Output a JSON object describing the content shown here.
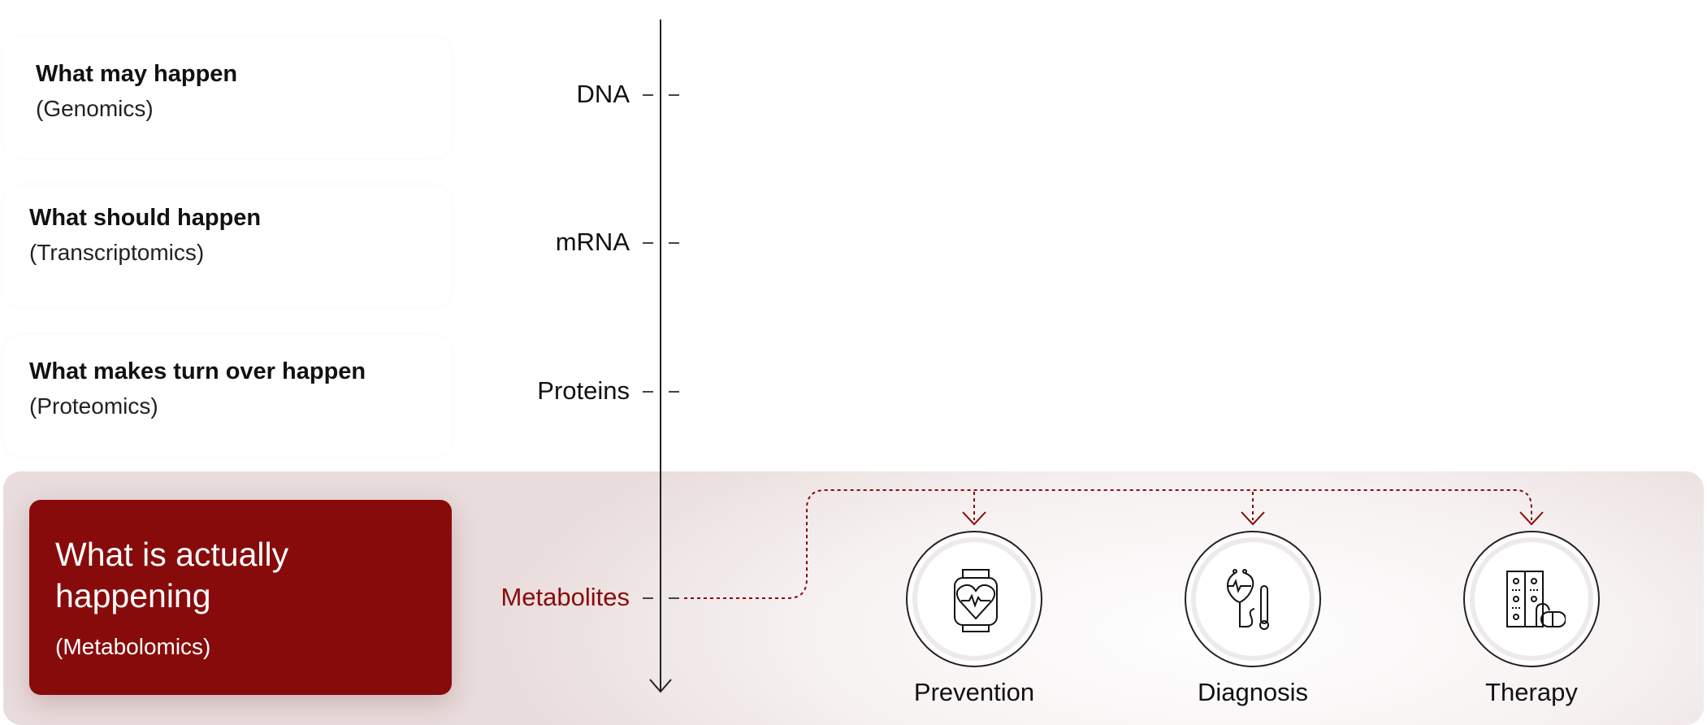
{
  "cards": [
    {
      "title": "What may happen",
      "subtitle": "(Genomics)",
      "level": "DNA"
    },
    {
      "title": "What should happen",
      "subtitle": "(Transcriptomics)",
      "level": "mRNA"
    },
    {
      "title": "What makes turn over happen",
      "subtitle": "(Proteomics)",
      "level": "Proteins"
    }
  ],
  "highlight": {
    "title_line1": "What is actually",
    "title_line2": "happening",
    "subtitle": "(Metabolomics)",
    "level": "Metabolites"
  },
  "outcomes": [
    {
      "label": "Prevention",
      "icon": "smartwatch-heart-icon"
    },
    {
      "label": "Diagnosis",
      "icon": "stethoscope-thermometer-icon"
    },
    {
      "label": "Therapy",
      "icon": "pills-icon"
    }
  ],
  "colors": {
    "accent": "#880b0b",
    "text": "#111111"
  }
}
